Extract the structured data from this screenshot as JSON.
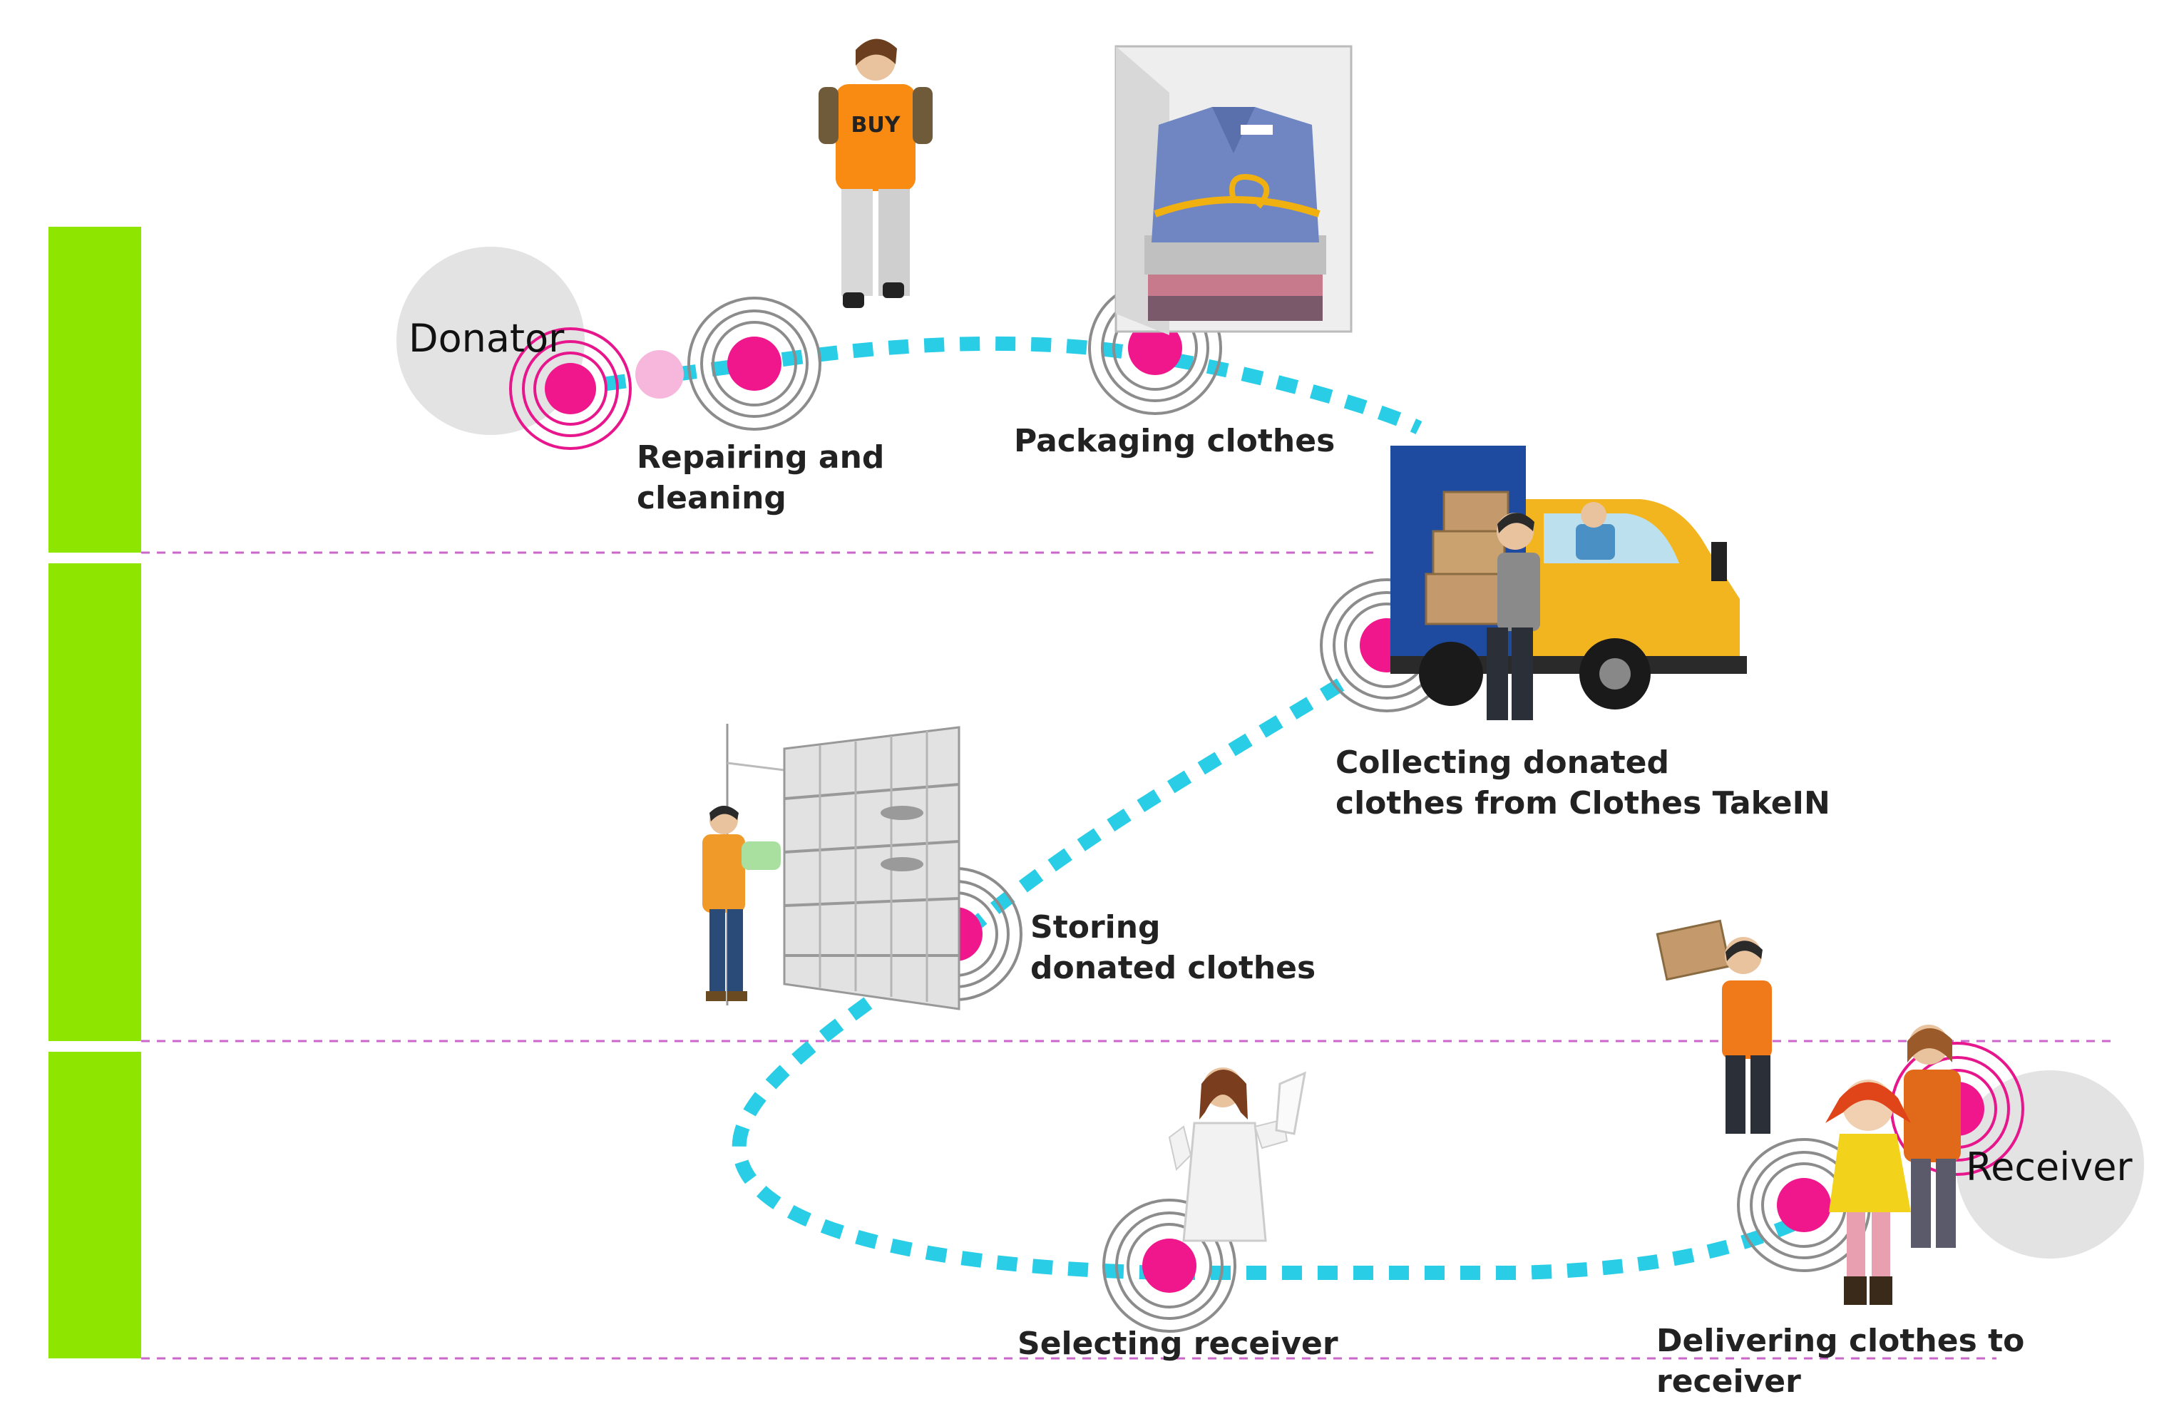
{
  "endpoints": {
    "donator": "Donator",
    "receiver": "Receiver"
  },
  "steps": [
    "Repairing and",
    "cleaning",
    "Packaging clothes",
    "Collecting donated",
    "clothes from Clothes TakeIN",
    "Storing",
    "donated clothes",
    "Selecting receiver",
    "Delivering clothes to",
    "receiver"
  ],
  "illustrations": {
    "person_shirt_text": "BUY"
  },
  "colors": {
    "path": "#29cde6",
    "node": "#f0168c",
    "node_ring": "#8c8c8c",
    "endpoint_ring": "#e8168c",
    "endpoint_bg": "#e3e3e3",
    "phase_bar": "#8ee500",
    "divider": "#cc66cc"
  },
  "icons": [
    "person-icon",
    "shirt-stack-icon",
    "delivery-truck-icon",
    "warehouse-shelves-icon",
    "receiver-family-icon"
  ]
}
